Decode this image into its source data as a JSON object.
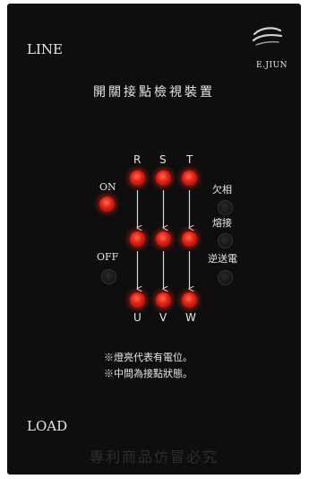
{
  "brand": {
    "name": "E.JIUN",
    "logo_icon": "swoosh-logo-icon"
  },
  "labels": {
    "line": "LINE",
    "load": "LOAD",
    "on": "ON",
    "off": "OFF"
  },
  "title": "開關接點檢視裝置",
  "phases": {
    "top": [
      "R",
      "S",
      "T"
    ],
    "bottom": [
      "U",
      "V",
      "W"
    ]
  },
  "side_labels": {
    "missing_phase": "欠相",
    "welded": "熔接",
    "backfeed": "逆送電"
  },
  "notes": [
    "※燈亮代表有電位。",
    "※中間為接點狀態。"
  ],
  "footer": "專利商品仿冒必究",
  "colors": {
    "panel": "#0e0e0e",
    "text": "#e6e6e6",
    "led_on": "#e01e12",
    "led_off": "#141414"
  },
  "indicators": {
    "on_lit": true,
    "off_lit": false,
    "missing_phase_lit": false,
    "welded_lit": false,
    "backfeed_lit": false
  }
}
